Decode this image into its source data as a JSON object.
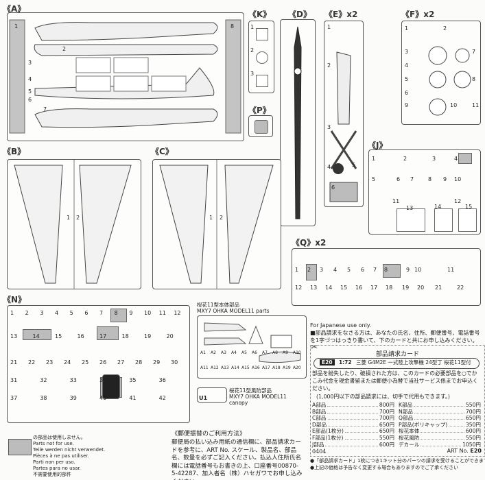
{
  "panels": {
    "A": {
      "label": "《A》",
      "parts": [
        "1",
        "2",
        "3",
        "4",
        "5",
        "6",
        "7",
        "8"
      ]
    },
    "K": {
      "label": "《K》",
      "parts": [
        "1",
        "2",
        "3"
      ]
    },
    "P": {
      "label": "《P》"
    },
    "D": {
      "label": "《D》"
    },
    "E": {
      "label": "《E》x2",
      "parts": [
        "1",
        "2",
        "3",
        "4",
        "5",
        "6"
      ]
    },
    "F": {
      "label": "《F》x2",
      "parts": [
        "1",
        "2",
        "3",
        "4",
        "5",
        "6",
        "7",
        "8",
        "9",
        "10",
        "11"
      ]
    },
    "B": {
      "label": "《B》",
      "parts": [
        "1",
        "2"
      ]
    },
    "C": {
      "label": "《C》",
      "parts": [
        "1",
        "2"
      ]
    },
    "J": {
      "label": "《J》",
      "parts": [
        "1",
        "2",
        "3",
        "4",
        "5",
        "6",
        "7",
        "8",
        "9",
        "10",
        "11",
        "12",
        "13",
        "14",
        "15"
      ]
    },
    "Q": {
      "label": "《Q》x2",
      "parts": [
        "1",
        "2",
        "3",
        "4",
        "5",
        "6",
        "7",
        "8",
        "9",
        "10",
        "11",
        "12",
        "13",
        "14",
        "15",
        "16",
        "17",
        "18",
        "19",
        "20",
        "21",
        "22"
      ]
    },
    "N": {
      "label": "《N》",
      "parts": [
        "1",
        "2",
        "3",
        "4",
        "5",
        "6",
        "7",
        "8",
        "9",
        "10",
        "11",
        "12",
        "13",
        "14",
        "15",
        "16",
        "17",
        "18",
        "19",
        "20",
        "21",
        "22",
        "23",
        "24",
        "25",
        "26",
        "27",
        "28",
        "29",
        "30",
        "31",
        "32",
        "33",
        "34",
        "35",
        "36",
        "37",
        "38",
        "39",
        "40",
        "41",
        "42"
      ]
    }
  },
  "ohka": {
    "title_jp": "桜花11型本体部品",
    "title_en": "MXY7 OHKA MODEL11 parts",
    "parts": [
      "A1",
      "A2",
      "A3",
      "A4",
      "A5",
      "A6",
      "A7",
      "A8",
      "A9",
      "A10",
      "A11",
      "A12",
      "A13",
      "A14",
      "A15",
      "A16",
      "A17",
      "A18",
      "A19",
      "A20"
    ],
    "canopy_jp": "桜花11型風防部品",
    "canopy_en": "MXY7 OHKA MODEL11",
    "canopy_sub": "canopy",
    "canopy_part": "U1"
  },
  "legend": {
    "lines": [
      "の部品は使用しません。",
      "Parts not for use.",
      "Teile werden nicht verwendet.",
      "Pièces à ne pas utiliser.",
      "Parti non per uso.",
      "Partes para no usar.",
      "不需要使用的部件"
    ]
  },
  "postal": {
    "title": "《郵便振替のご利用方法》",
    "body": "郵便局の払い込み用紙の通信欄に、部品請求カードを参考に、ART No. スケール、製品名、部品名、数量を必ずご記入ください。払込人住所氏名欄には電話番号もお書きの上、口座番号00870-5-42287、加入者名（株）ハセガワでお申し込みください。"
  },
  "card": {
    "notice_en": "For Japanese use only.",
    "notice_jp": "■部品請求をなさる方は、あなたの氏名、住所、郵便番号、電話番号を1字づつはっきり書いて、下のカードと共にお申し込みください。",
    "title": "部品請求カード",
    "code": "E20",
    "scale": "1:72",
    "product": "三菱 G4M2E 一式陸上攻撃機 24型丁 桜花11型付",
    "body": "部品を紛失したり、破損された方は、このカードの必要部品を○でかこみ代金を現金書留または郵便小為替で当社サービス係までお申込ください。",
    "note": "(1,000円以下の部品請求には、切手で代用もできます。)",
    "prices_left": [
      {
        "part": "A部品",
        "price": "800円"
      },
      {
        "part": "B部品",
        "price": "700円"
      },
      {
        "part": "C部品",
        "price": "700円"
      },
      {
        "part": "D部品",
        "price": "650円"
      },
      {
        "part": "E部品(1枚分)",
        "price": "650円"
      },
      {
        "part": "F部品(1枚分)",
        "price": "550円"
      },
      {
        "part": "J部品",
        "price": "600円"
      }
    ],
    "prices_right": [
      {
        "part": "K部品",
        "price": "550円"
      },
      {
        "part": "N部品",
        "price": "700円"
      },
      {
        "part": "Q部品",
        "price": "650円"
      },
      {
        "part": "P部品(ポリキャップ)",
        "price": "350円"
      },
      {
        "part": "桜花本体",
        "price": "600円"
      },
      {
        "part": "桜花風防",
        "price": "550円"
      },
      {
        "part": "デカール",
        "price": "1050円"
      }
    ],
    "date_code": "0404",
    "art_label": "ART No.",
    "art_no": "E20",
    "footnotes": [
      "●「部品請求カード」1枚につき1キット分のパーツの請求を受けることができます。",
      "●上記の価格は予告なく変更する場合もありますのでご了承ください"
    ]
  }
}
